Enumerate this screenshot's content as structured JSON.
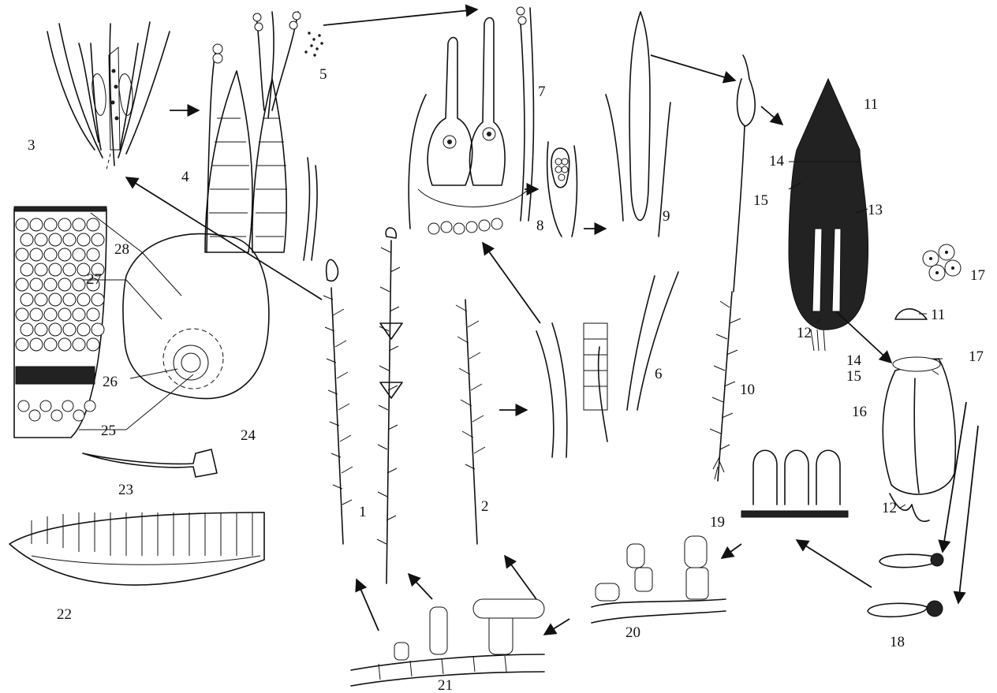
{
  "figure": {
    "labels": [
      "1",
      "2",
      "3",
      "4",
      "5",
      "6",
      "7",
      "8",
      "9",
      "10",
      "11",
      "12",
      "13",
      "14",
      "15",
      "16",
      "17",
      "18",
      "19",
      "20",
      "21",
      "22",
      "23",
      "24",
      "25",
      "26",
      "27",
      "28"
    ],
    "label_11b": "11",
    "label_12b": "12",
    "label_14b": "14",
    "label_15b": "15",
    "label_17b": "17"
  }
}
